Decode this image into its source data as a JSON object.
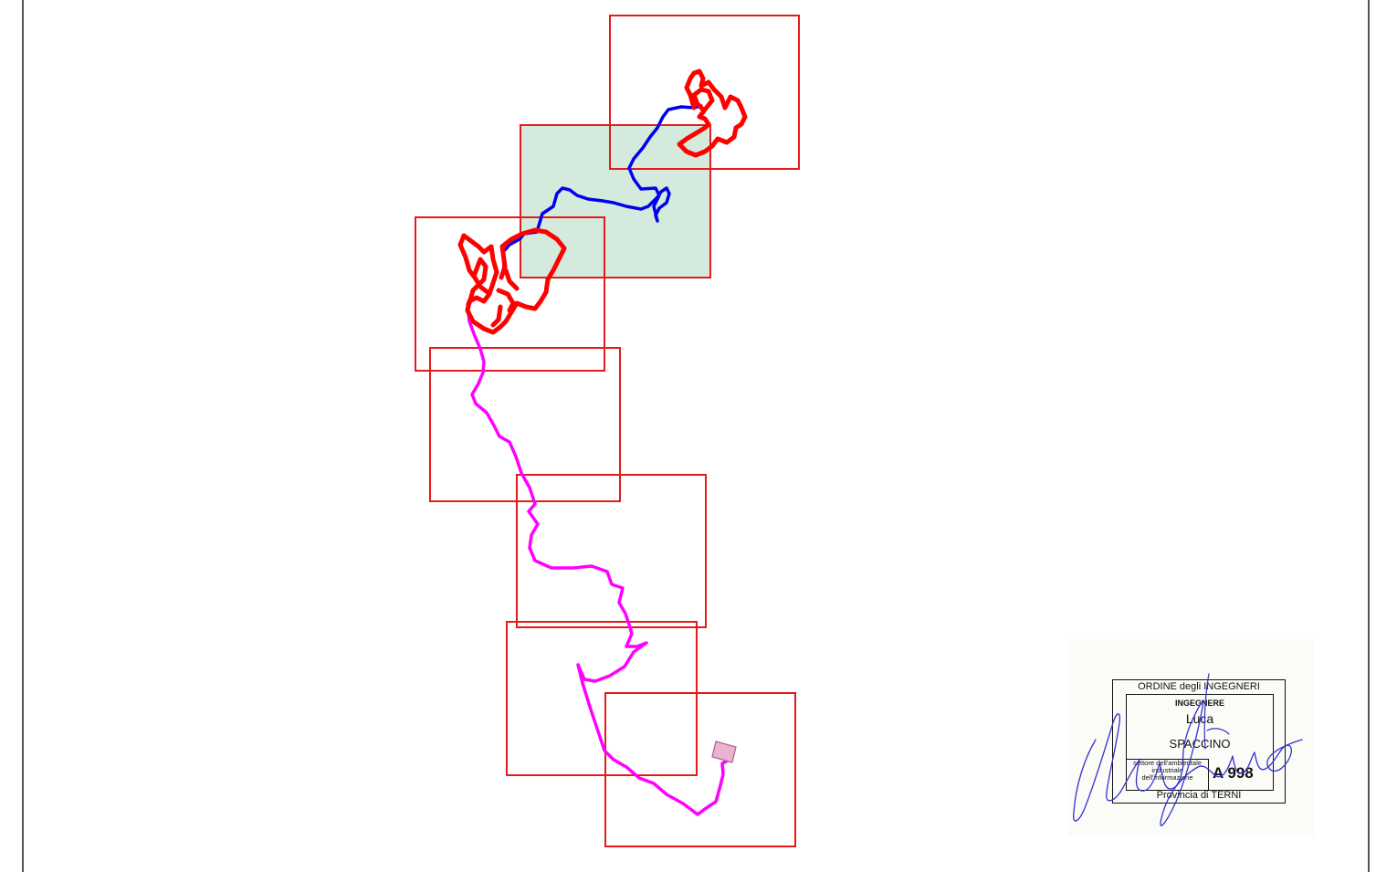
{
  "map": {
    "colors": {
      "frame": "#e41a1c",
      "highlight_fill": "#d4eadc",
      "route_red": "#ff0000",
      "route_blue": "#0000ee",
      "route_magenta": "#ff00ff",
      "site_marker": "#e8b4cf",
      "sheet_border": "#555555"
    }
  },
  "stamp": {
    "header": "ORDINE degli INGEGNERI",
    "title": "INGEGNERE",
    "first_name": "Luca",
    "last_name": "SPACCINO",
    "sector_lines": [
      "settore dell'ambientale",
      "industriale",
      "dell'informazione"
    ],
    "registration_number": "A 998",
    "footer": "Provincia di TERNI"
  },
  "signature": {
    "ink_color": "#3333cc"
  }
}
